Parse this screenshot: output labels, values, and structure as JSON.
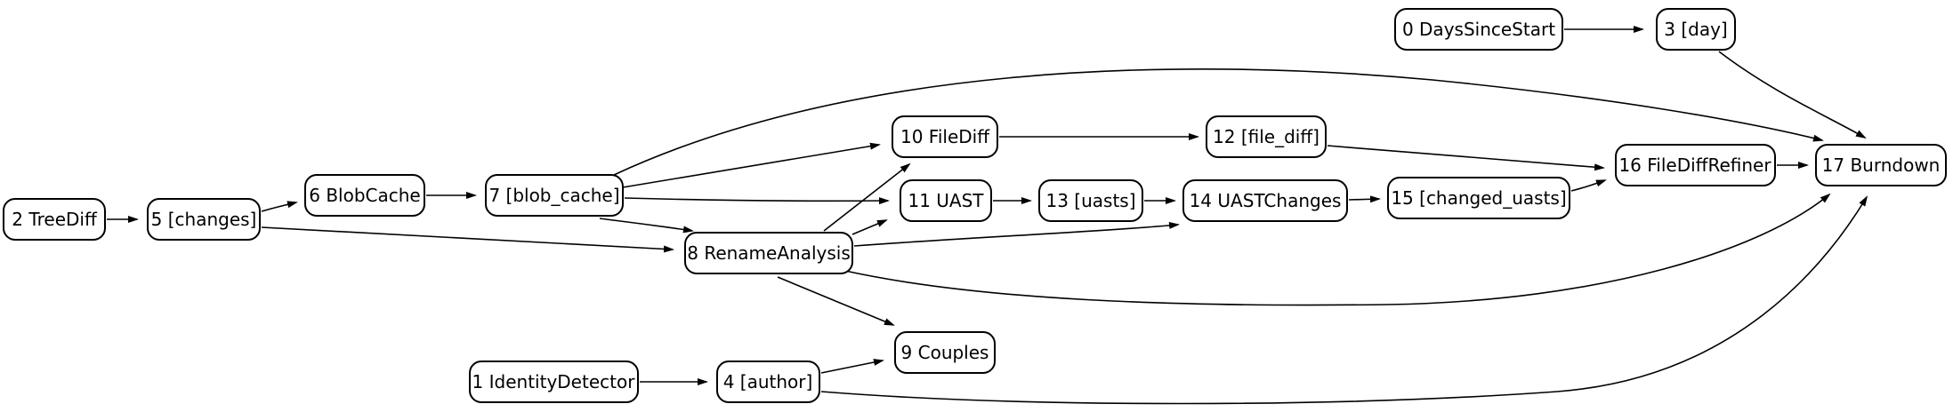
{
  "diagram": {
    "title": "pipeline-dag",
    "background_color": "#ffffff",
    "node_fill_color": "#ffffff",
    "node_border_color": "#000000",
    "edge_color": "#000000",
    "nodes": [
      {
        "id": "0",
        "label": "0 DaysSinceStart"
      },
      {
        "id": "1",
        "label": "1 IdentityDetector"
      },
      {
        "id": "2",
        "label": "2 TreeDiff"
      },
      {
        "id": "3",
        "label": "3 [day]"
      },
      {
        "id": "4",
        "label": "4 [author]"
      },
      {
        "id": "5",
        "label": "5 [changes]"
      },
      {
        "id": "6",
        "label": "6 BlobCache"
      },
      {
        "id": "7",
        "label": "7 [blob_cache]"
      },
      {
        "id": "8",
        "label": "8 RenameAnalysis"
      },
      {
        "id": "9",
        "label": "9 Couples"
      },
      {
        "id": "10",
        "label": "10 FileDiff"
      },
      {
        "id": "11",
        "label": "11 UAST"
      },
      {
        "id": "12",
        "label": "12 [file_diff]"
      },
      {
        "id": "13",
        "label": "13 [uasts]"
      },
      {
        "id": "14",
        "label": "14 UASTChanges"
      },
      {
        "id": "15",
        "label": "15 [changed_uasts]"
      },
      {
        "id": "16",
        "label": "16 FileDiffRefiner"
      },
      {
        "id": "17",
        "label": "17 Burndown"
      }
    ],
    "edges": [
      {
        "from": "0",
        "to": "3"
      },
      {
        "from": "1",
        "to": "4"
      },
      {
        "from": "2",
        "to": "5"
      },
      {
        "from": "3",
        "to": "17"
      },
      {
        "from": "4",
        "to": "9"
      },
      {
        "from": "4",
        "to": "17"
      },
      {
        "from": "5",
        "to": "6"
      },
      {
        "from": "5",
        "to": "8"
      },
      {
        "from": "6",
        "to": "7"
      },
      {
        "from": "7",
        "to": "8"
      },
      {
        "from": "7",
        "to": "10"
      },
      {
        "from": "7",
        "to": "11"
      },
      {
        "from": "7",
        "to": "17"
      },
      {
        "from": "8",
        "to": "9"
      },
      {
        "from": "8",
        "to": "10"
      },
      {
        "from": "8",
        "to": "11"
      },
      {
        "from": "8",
        "to": "14"
      },
      {
        "from": "8",
        "to": "17"
      },
      {
        "from": "10",
        "to": "12"
      },
      {
        "from": "11",
        "to": "13"
      },
      {
        "from": "12",
        "to": "16"
      },
      {
        "from": "13",
        "to": "14"
      },
      {
        "from": "14",
        "to": "15"
      },
      {
        "from": "15",
        "to": "16"
      },
      {
        "from": "16",
        "to": "17"
      }
    ]
  }
}
